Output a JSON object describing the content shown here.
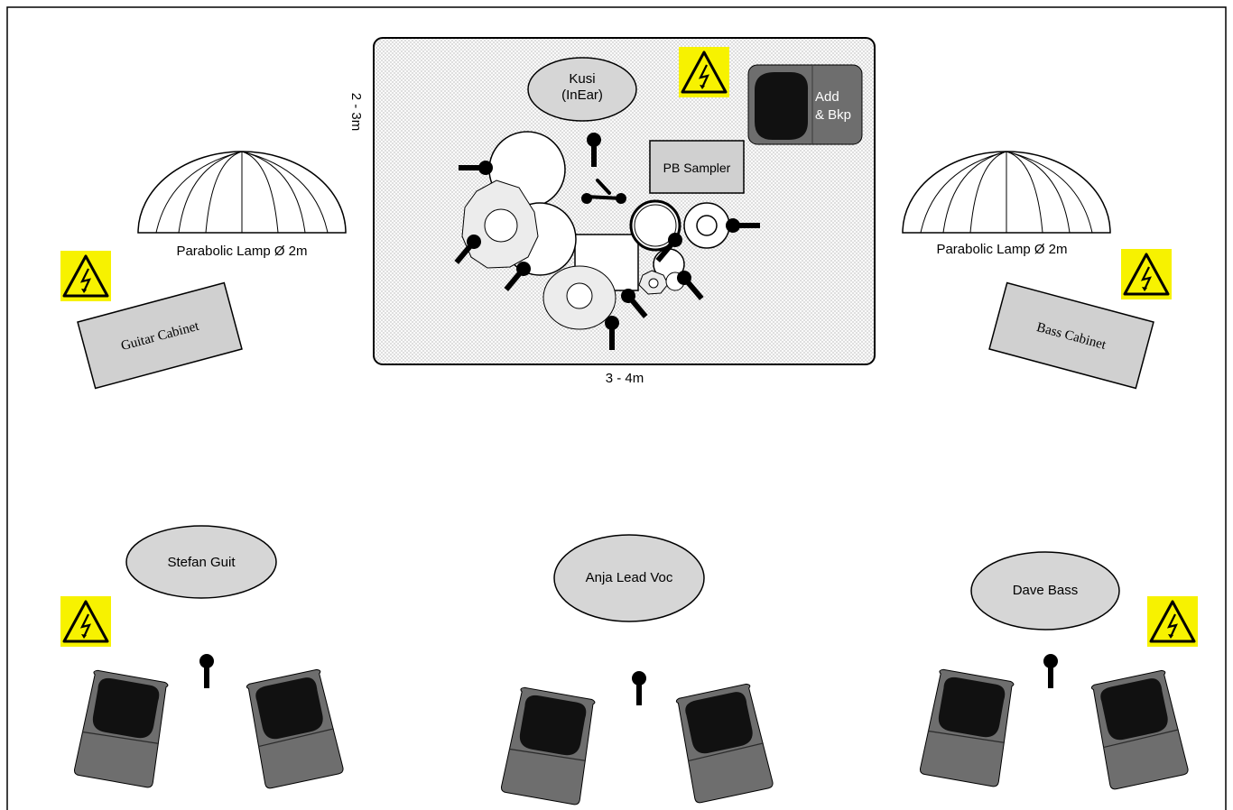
{
  "labels": {
    "riser_width": "3 - 4m",
    "riser_depth": "2 - 3m",
    "drummer": [
      "Kusi",
      "(InEar)"
    ],
    "pb_sampler": "PB Sampler",
    "add_bkp": [
      "Add",
      "& Bkp"
    ],
    "lamp_left": "Parabolic Lamp Ø 2m",
    "lamp_right": "Parabolic Lamp Ø 2m",
    "guitar_cabinet": "Guitar Cabinet",
    "bass_cabinet": "Bass Cabinet",
    "stefan": "Stefan Guit",
    "anja": "Anja Lead Voc",
    "dave": "Dave Bass"
  },
  "colors": {
    "warning_yellow": "#f7f200",
    "cabinet_grey": "#d0d0d0",
    "person_grey": "#d6d6d6",
    "monitor_grey": "#6e6e6e",
    "speaker_black": "#111111",
    "riser_fill": "#f2f2f2"
  },
  "icons": {
    "power_outlet": "high-voltage-warning-icon",
    "microphone": "microphone-icon",
    "monitor": "floor-monitor-wedge-icon",
    "lamp": "parabolic-lamp-icon"
  }
}
